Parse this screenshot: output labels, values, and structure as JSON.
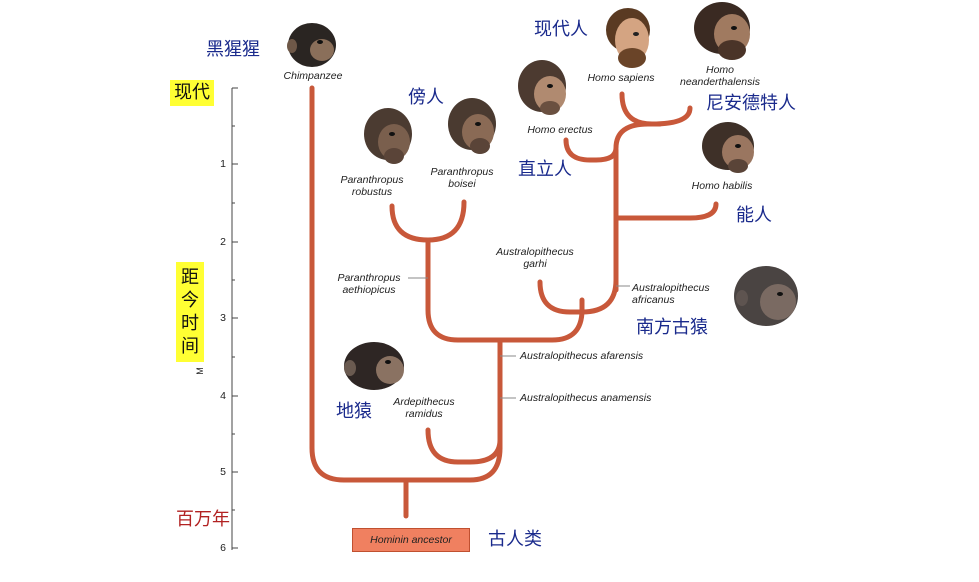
{
  "cn_labels": {
    "chimp": "黑猩猩",
    "present": "现代",
    "paranthropus": "傍人",
    "modern_human": "现代人",
    "neanderthal": "尼安德特人",
    "erectus": "直立人",
    "habilis": "能人",
    "australopith": "南方古猿",
    "ardipithecus": "地猿",
    "ancient": "古人类",
    "mya_unit": "百万年",
    "axis_title": "距今时间"
  },
  "species": {
    "chimpanzee": "Chimpanzee",
    "homo_sapiens": "Homo sapiens",
    "homo_neanderthalensis_1": "Homo",
    "homo_neanderthalensis_2": "neanderthalensis",
    "homo_erectus": "Homo erectus",
    "homo_habilis": "Homo habilis",
    "paranthropus_robustus_1": "Paranthropus",
    "paranthropus_robustus_2": "robustus",
    "paranthropus_boisei_1": "Paranthropus",
    "paranthropus_boisei_2": "boisei",
    "paranthropus_aethiopicus_1": "Paranthropus",
    "paranthropus_aethiopicus_2": "aethiopicus",
    "australopithecus_garhi_1": "Australopithecus",
    "australopithecus_garhi_2": "garhi",
    "australopithecus_africanus_1": "Australopithecus",
    "australopithecus_africanus_2": "africanus",
    "australopithecus_afarensis": "Australopithecus afarensis",
    "australopithecus_anamensis": "Australopithecus anamensis",
    "ardipithecus_ramidus_1": "Ardepithecus",
    "ardipithecus_ramidus_2": "ramidus",
    "hominin_ancestor": "Hominin ancestor"
  },
  "axis": {
    "ticks": [
      "1",
      "2",
      "3",
      "4",
      "5",
      "6"
    ],
    "unit_abbrev": "M"
  },
  "colors": {
    "branch": "#c8583a",
    "ancestor_box": "#f08060",
    "highlight": "#ffff33",
    "cn_text": "#1a2a8c",
    "cn_red": "#b22222"
  },
  "icons": [
    "chimpanzee-head-icon",
    "paranthropus-robustus-head-icon",
    "paranthropus-boisei-head-icon",
    "homo-erectus-head-icon",
    "homo-sapiens-head-icon",
    "neanderthal-head-icon",
    "homo-habilis-head-icon",
    "australopithecus-africanus-head-icon",
    "ardipithecus-head-icon"
  ]
}
